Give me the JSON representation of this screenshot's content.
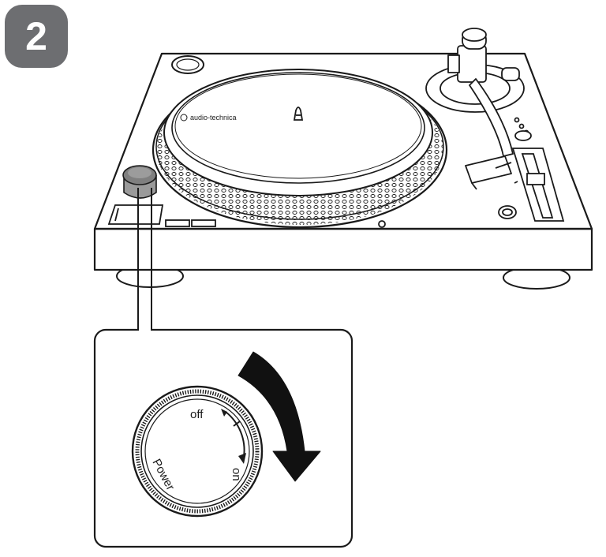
{
  "step": {
    "number": "2"
  },
  "turntable": {
    "brand_label": "audio-technica"
  },
  "knob": {
    "label_power": "Power",
    "label_off": "off",
    "label_on": "on"
  },
  "colors": {
    "badge": "#6d6e71",
    "line": "#1a1a1a",
    "arrow": "#111111",
    "knob_cap": "#8a8a8a"
  }
}
